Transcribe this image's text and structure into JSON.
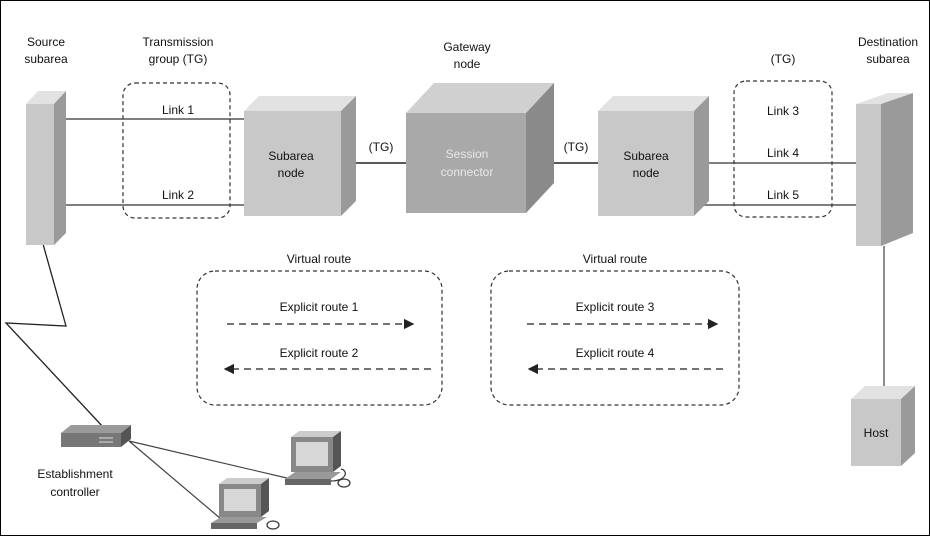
{
  "labels": {
    "source_subarea": [
      "Source",
      "subarea"
    ],
    "transmission_group": [
      "Transmission",
      "group (TG)"
    ],
    "gateway_node": [
      "Gateway",
      "node"
    ],
    "tg_right": "(TG)",
    "destination_subarea": [
      "Destination",
      "subarea"
    ],
    "link1": "Link 1",
    "link2": "Link 2",
    "link3": "Link 3",
    "link4": "Link 4",
    "link5": "Link 5",
    "subarea_node_left": [
      "Subarea",
      "node"
    ],
    "subarea_node_right": [
      "Subarea",
      "node"
    ],
    "tg_mid_left": "(TG)",
    "tg_mid_right": "(TG)",
    "session_connector": [
      "Session",
      "connector"
    ],
    "virtual_route_left": "Virtual route",
    "virtual_route_right": "Virtual route",
    "explicit_route_1": "Explicit route 1",
    "explicit_route_2": "Explicit route 2",
    "explicit_route_3": "Explicit route 3",
    "explicit_route_4": "Explicit route 4",
    "establishment_controller": [
      "Establishment",
      "controller"
    ],
    "host": "Host"
  },
  "colors": {
    "box_front": "#c8c8c8",
    "box_side": "#9a9a9a",
    "box_top": "#e2e2e2",
    "session_front": "#a9a9a9",
    "line": "#333333"
  }
}
